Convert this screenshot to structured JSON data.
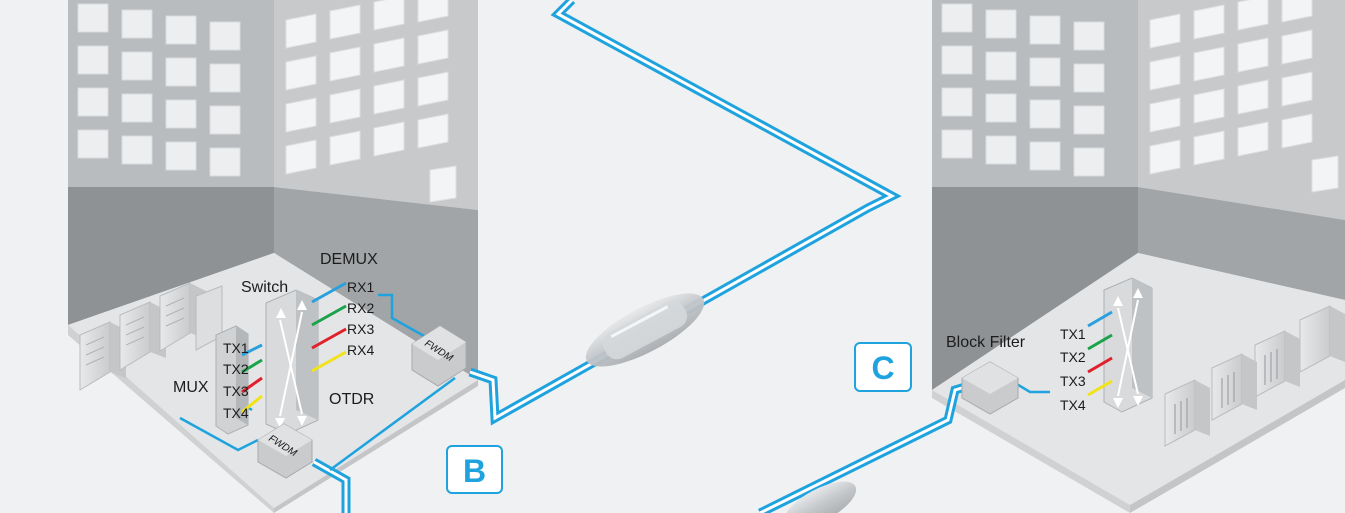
{
  "labels": {
    "demux": "DEMUX",
    "switch": "Switch",
    "mux": "MUX",
    "otdr": "OTDR",
    "block_filter": "Block Filter",
    "fwdm_top": "FWDM",
    "fwdm_bottom": "FWDM"
  },
  "left_rx": [
    "RX1",
    "RX2",
    "RX3",
    "RX4"
  ],
  "left_tx": [
    "TX1",
    "TX2",
    "TX3",
    "TX4"
  ],
  "right_tx": [
    "TX1",
    "TX2",
    "TX3",
    "TX4"
  ],
  "badges": {
    "b": "B",
    "c": "C"
  },
  "colors": {
    "fiber": "#1fa3de",
    "ch1": "#2aa0dc",
    "ch2": "#1aa34a",
    "ch3": "#e0202a",
    "ch4": "#f2e21a",
    "badge_border": "#1fa3de",
    "badge_bg": "#ffffff"
  }
}
